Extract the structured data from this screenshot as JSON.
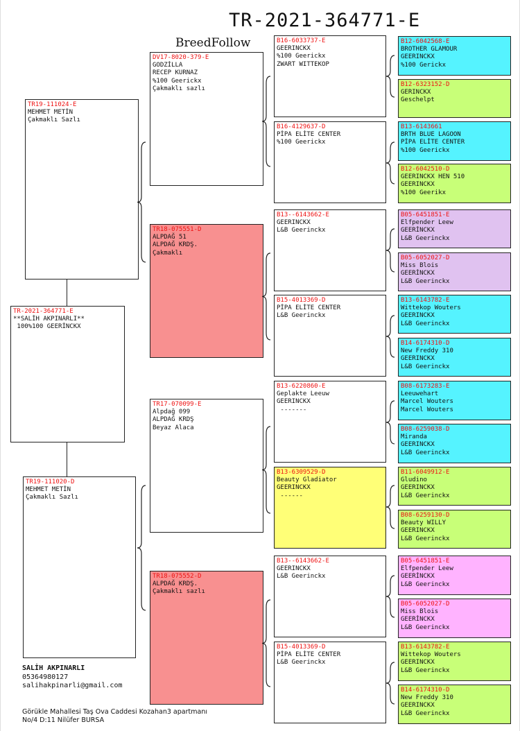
{
  "header": {
    "pedigree_id": "TR-2021-364771-E",
    "brand": "BreedFollow"
  },
  "colors": {
    "id_red": "#ee1111",
    "cyan": "#55f3ff",
    "green": "#c8ff78",
    "lavender": "#e0c2f0",
    "yellow": "#ffff77",
    "salmon": "#f89090",
    "pink": "#ffb3ff",
    "white": "#ffffff"
  },
  "birds": [
    {
      "id": "TR-2021-364771-E",
      "lines": [
        "**SALİH AKPINARLI**",
        " 100%100 GEERİNCKX"
      ]
    },
    {
      "id": "TR19-111024-E",
      "lines": [
        "MEHMET METİN",
        "Çakmaklı Sazlı"
      ]
    },
    {
      "id": "TR19-111020-D",
      "lines": [
        "MEHMET METİN",
        "Çakmaklı Sazlı"
      ]
    },
    {
      "id": "DV17-8020-379-E",
      "lines": [
        "GODZİLLA",
        "RECEP KURNAZ",
        "%100 Geerickx",
        "Çakmaklı sazlı"
      ]
    },
    {
      "id": "TR18-075551-D",
      "lines": [
        "ALPDAĞ 51",
        "ALPDAĞ KRDŞ.",
        "Çakmaklı"
      ]
    },
    {
      "id": "TR17-070099-E",
      "lines": [
        "Alpdağ 099",
        "ALPDAĞ KRDŞ",
        "Beyaz Alaca"
      ]
    },
    {
      "id": "TR18-075552-D",
      "lines": [
        "ALPDAĞ KRDŞ.",
        "Çakmaklı sazlı"
      ]
    },
    {
      "id": "B16-6033737-E",
      "lines": [
        "GEERINCKX",
        "%100 Geerickx",
        "ZWART WITTEKOP"
      ]
    },
    {
      "id": "B16-4129637-D",
      "lines": [
        "PİPA ELİTE CENTER",
        "%100 Geerickx"
      ]
    },
    {
      "id": "B13--6143662-E",
      "lines": [
        "GEERINCKX",
        "L&B Geerinckx"
      ]
    },
    {
      "id": "B15-4013369-D",
      "lines": [
        "PİPA ELİTE CENTER",
        "L&B Geerinckx"
      ]
    },
    {
      "id": "B13-6220860-E",
      "lines": [
        "Geplakte Leeuw",
        "GEERINCKX",
        " -------"
      ]
    },
    {
      "id": "B13-6309529-D",
      "lines": [
        "Beauty Gladiator",
        "GEERINCKX",
        " ------"
      ]
    },
    {
      "id": "B13--6143662-E",
      "lines": [
        "GEERINCKX",
        "L&B Geerinckx"
      ]
    },
    {
      "id": "B15-4013369-D",
      "lines": [
        "PİPA ELİTE CENTER",
        "L&B Geerinckx"
      ]
    },
    {
      "id": "B12-6042568-E",
      "lines": [
        "BROTHER GLAMOUR",
        "GEERINCKX",
        "%100 Gerickx"
      ]
    },
    {
      "id": "B12-6323152-D",
      "lines": [
        "GERINCKX",
        "Geschelpt"
      ]
    },
    {
      "id": "B13-6143661",
      "lines": [
        "BRTH BLUE LAGOON",
        "PİPA ELİTE CENTER",
        "%100 Geerickx"
      ]
    },
    {
      "id": "B12-6042510-D",
      "lines": [
        "GEERINCKX HEN 510",
        "GEERINCKX",
        "%100 Geerikx"
      ]
    },
    {
      "id": "B05-6451851-E",
      "lines": [
        "Elfpender Leew",
        "GEERİNCKX",
        "L&B Geerinckx"
      ]
    },
    {
      "id": "B05-6052027-D",
      "lines": [
        "Miss Blois",
        "GEERİNCKX",
        "L&B Geerinckx"
      ]
    },
    {
      "id": "B13-6143782-E",
      "lines": [
        "Wittekop Wouters",
        "GEERINCKX",
        "L&B Geerinckx"
      ]
    },
    {
      "id": "B14-6174310-D",
      "lines": [
        "New Freddy 310",
        "GEERINCKX",
        "L&B Geerinckx"
      ]
    },
    {
      "id": "B08-6173283-E",
      "lines": [
        "Leeuwehart",
        "Marcel Wouters",
        "Marcel Wouters"
      ]
    },
    {
      "id": "B08-6259038-D",
      "lines": [
        "Miranda",
        "GEERINCKX",
        "L&B Geerinckx"
      ]
    },
    {
      "id": "B11-6049912-E",
      "lines": [
        "Gludino",
        "GEERINCKX",
        "L&B Geerinckx"
      ]
    },
    {
      "id": "B08-6259130-D",
      "lines": [
        "Beauty WILLY",
        "GEERINCKX",
        "L&B Geerinckx"
      ]
    },
    {
      "id": "B05-6451851-E",
      "lines": [
        "Elfpender Leew",
        "GEERİNCKX",
        "L&B Geerinckx"
      ]
    },
    {
      "id": "B05-6052027-D",
      "lines": [
        "Miss Blois",
        "GEERİNCKX",
        "L&B Geerinckx"
      ]
    },
    {
      "id": "B13-6143782-E",
      "lines": [
        "Wittekop Wouters",
        "GEERINCKX",
        "L&B Geerinckx"
      ]
    },
    {
      "id": "B14-6174310-D",
      "lines": [
        "New Freddy 310",
        "GEERINCKX",
        "L&B Geerinckx"
      ]
    }
  ],
  "owner": {
    "name": "SALİH AKPINARLI",
    "phone": "05364980127",
    "email": "salihakpinarli@gmail.com",
    "address_line1": "Görükle Mahallesi Taş Ova Caddesi Kozahan3 apartmanı",
    "address_line2": "No/4 D:11 Nilüfer BURSA"
  }
}
